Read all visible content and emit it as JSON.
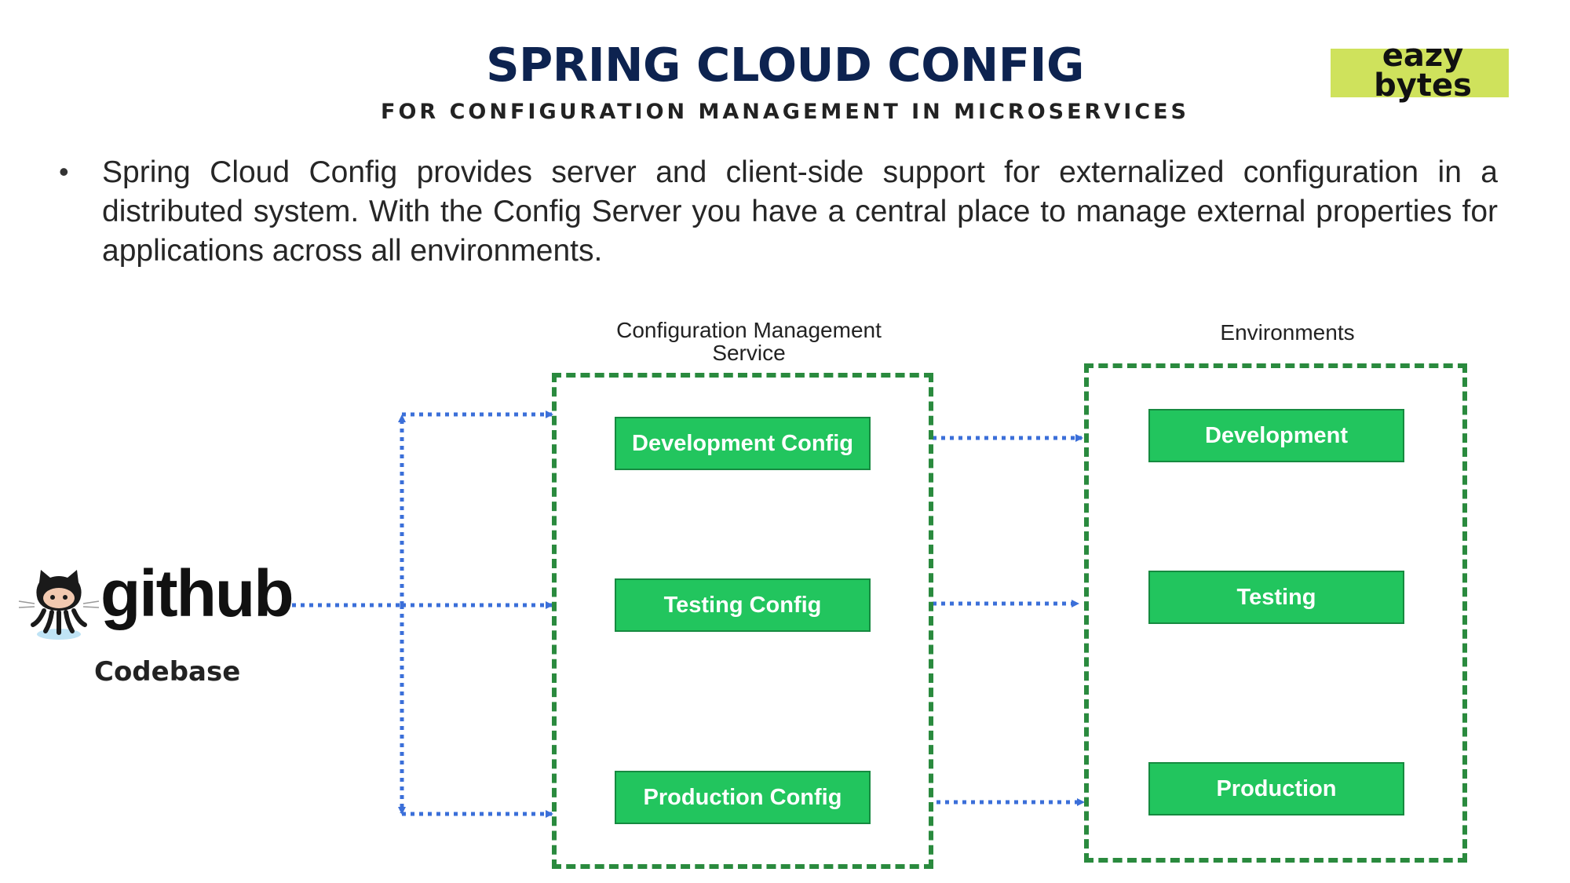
{
  "header": {
    "title": "SPRING CLOUD CONFIG",
    "subtitle": "FOR CONFIGURATION MANAGEMENT IN MICROSERVICES",
    "logo_text": "eazy bytes"
  },
  "bullet": {
    "text": "Spring Cloud Config provides server and client-side support for externalized configuration in a distributed system. With the Config Server you have a central place to manage external properties for applications across all environments."
  },
  "source": {
    "brand": "github",
    "label": "Codebase"
  },
  "config_service": {
    "label": "Configuration Management Service",
    "items": [
      "Development Config",
      "Testing Config",
      "Production Config"
    ]
  },
  "environments": {
    "label": "Environments",
    "items": [
      "Development",
      "Testing",
      "Production"
    ]
  },
  "colors": {
    "title": "#0d2350",
    "box_fill": "#22c55e",
    "dashed_border": "#2a8a3e",
    "arrow": "#3b6fd9",
    "logo_bg": "#cfe25c"
  }
}
